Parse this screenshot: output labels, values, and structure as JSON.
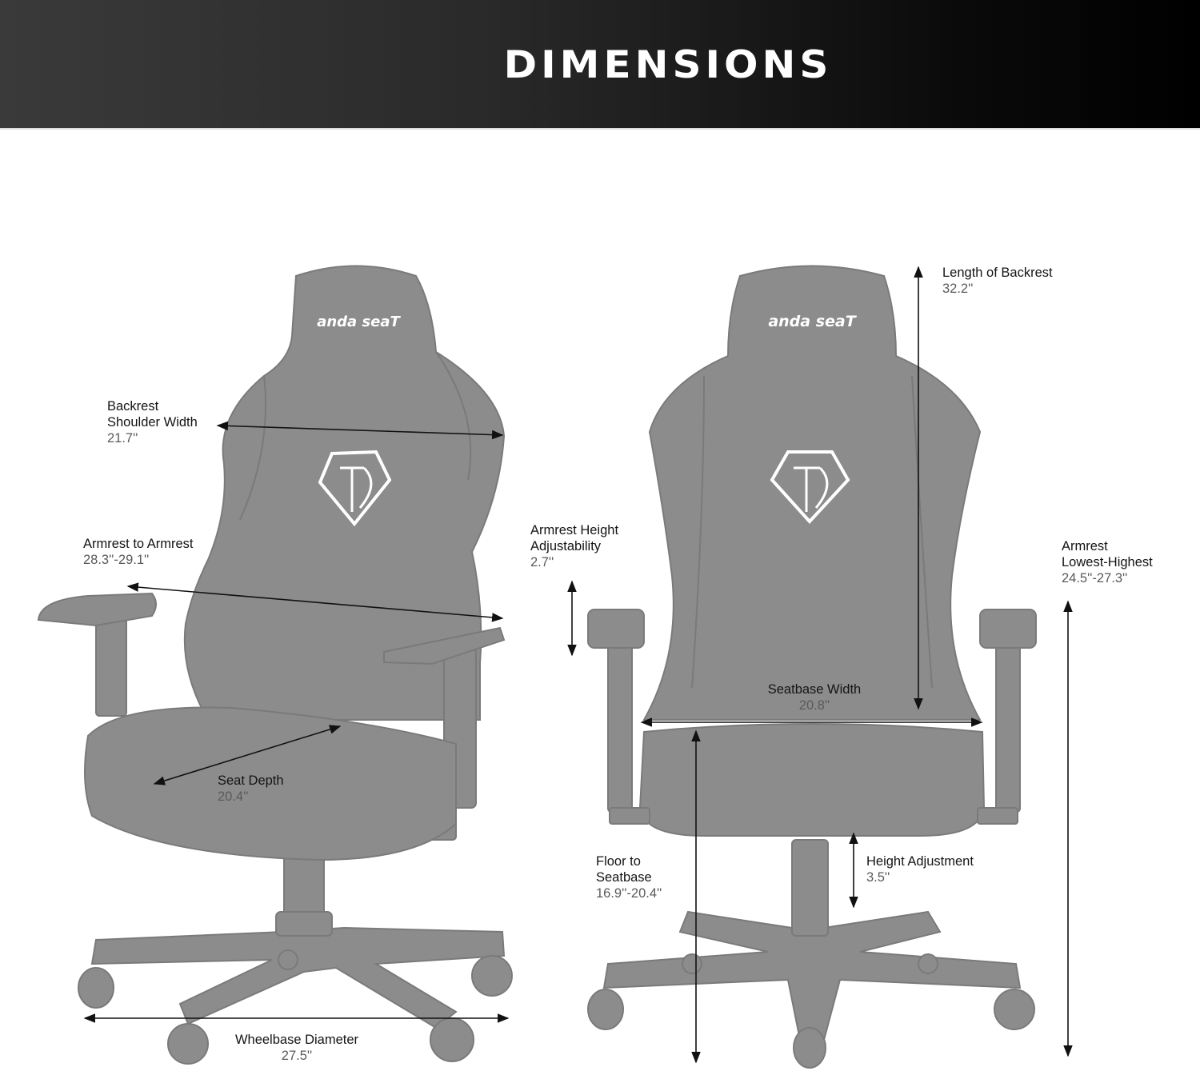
{
  "header": {
    "title": "DIMENSIONS"
  },
  "brand": {
    "wordmark": "anda seaT",
    "emblem": "AD"
  },
  "colors": {
    "chair": "#8c8c8c",
    "chair_shade": "#7a7a7a",
    "arrow": "#111111",
    "header_dark": "#000000",
    "header_light": "#3a3a3a"
  },
  "front_view": {
    "shoulder_width": {
      "lines": [
        "Backrest",
        "Shoulder Width"
      ],
      "value": "21.7''"
    },
    "armrest_to_armrest": {
      "lines": [
        "Armrest to Armrest"
      ],
      "value": "28.3''-29.1''"
    },
    "seat_depth": {
      "lines": [
        "Seat Depth"
      ],
      "value": "20.4''"
    },
    "wheelbase": {
      "lines": [
        "Wheelbase Diameter"
      ],
      "value": "27.5''"
    }
  },
  "side_view": {
    "armrest_height_adjust": {
      "lines": [
        "Armrest Height",
        "Adjustability"
      ],
      "value": "2.7''"
    },
    "backrest_length": {
      "lines": [
        "Length of Backrest"
      ],
      "value": "32.2''"
    },
    "armrest_lowest_highest": {
      "lines": [
        "Armrest",
        "Lowest-Highest"
      ],
      "value": "24.5''-27.3''"
    },
    "seatbase_width": {
      "lines": [
        "Seatbase Width"
      ],
      "value": "20.8''"
    },
    "floor_to_seatbase": {
      "lines": [
        "Floor to",
        "Seatbase"
      ],
      "value": "16.9''-20.4''"
    },
    "height_adjustment": {
      "lines": [
        "Height Adjustment"
      ],
      "value": "3.5''"
    }
  }
}
